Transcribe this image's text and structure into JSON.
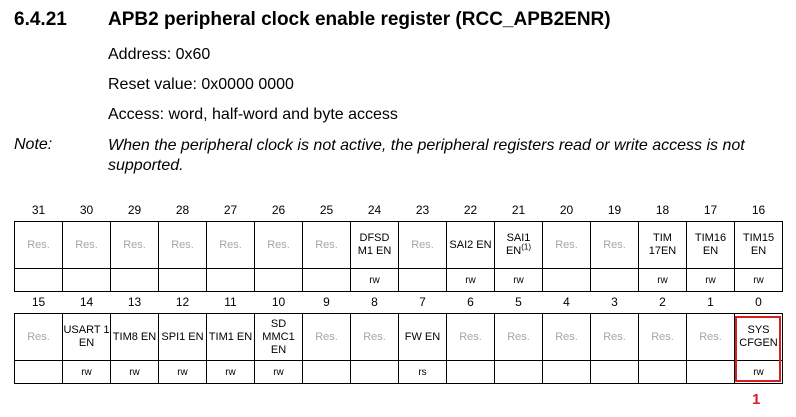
{
  "section": {
    "number": "6.4.21",
    "title": "APB2 peripheral clock enable register (RCC_APB2ENR)",
    "address": "Address: 0x60",
    "reset": "Reset value: 0x0000 0000",
    "access": "Access: word, half-word and byte access"
  },
  "note": {
    "label": "Note:",
    "text": "When the peripheral clock is not active, the peripheral registers read or write access is not supported."
  },
  "upper": {
    "bits": [
      "31",
      "30",
      "29",
      "28",
      "27",
      "26",
      "25",
      "24",
      "23",
      "22",
      "21",
      "20",
      "19",
      "18",
      "17",
      "16"
    ],
    "fields": [
      "Res.",
      "Res.",
      "Res.",
      "Res.",
      "Res.",
      "Res.",
      "Res.",
      "DFSD M1 EN",
      "Res.",
      "SAI2 EN",
      "SAI1 EN(1)",
      "Res.",
      "Res.",
      "TIM 17EN",
      "TIM16 EN",
      "TIM15 EN"
    ],
    "access": [
      "",
      "",
      "",
      "",
      "",
      "",
      "",
      "rw",
      "",
      "rw",
      "rw",
      "",
      "",
      "rw",
      "rw",
      "rw"
    ]
  },
  "lower": {
    "bits": [
      "15",
      "14",
      "13",
      "12",
      "11",
      "10",
      "9",
      "8",
      "7",
      "6",
      "5",
      "4",
      "3",
      "2",
      "1",
      "0"
    ],
    "fields": [
      "Res.",
      "USART 1 EN",
      "TIM8 EN",
      "SPI1 EN",
      "TIM1 EN",
      "SD MMC1 EN",
      "Res.",
      "Res.",
      "FW EN",
      "Res.",
      "Res.",
      "Res.",
      "Res.",
      "Res.",
      "Res.",
      "SYS CFGEN"
    ],
    "access": [
      "",
      "rw",
      "rw",
      "rw",
      "rw",
      "rw",
      "",
      "",
      "rs",
      "",
      "",
      "",
      "",
      "",
      "",
      "rw"
    ]
  },
  "annotation": {
    "label": "1",
    "color": "#d42020"
  }
}
